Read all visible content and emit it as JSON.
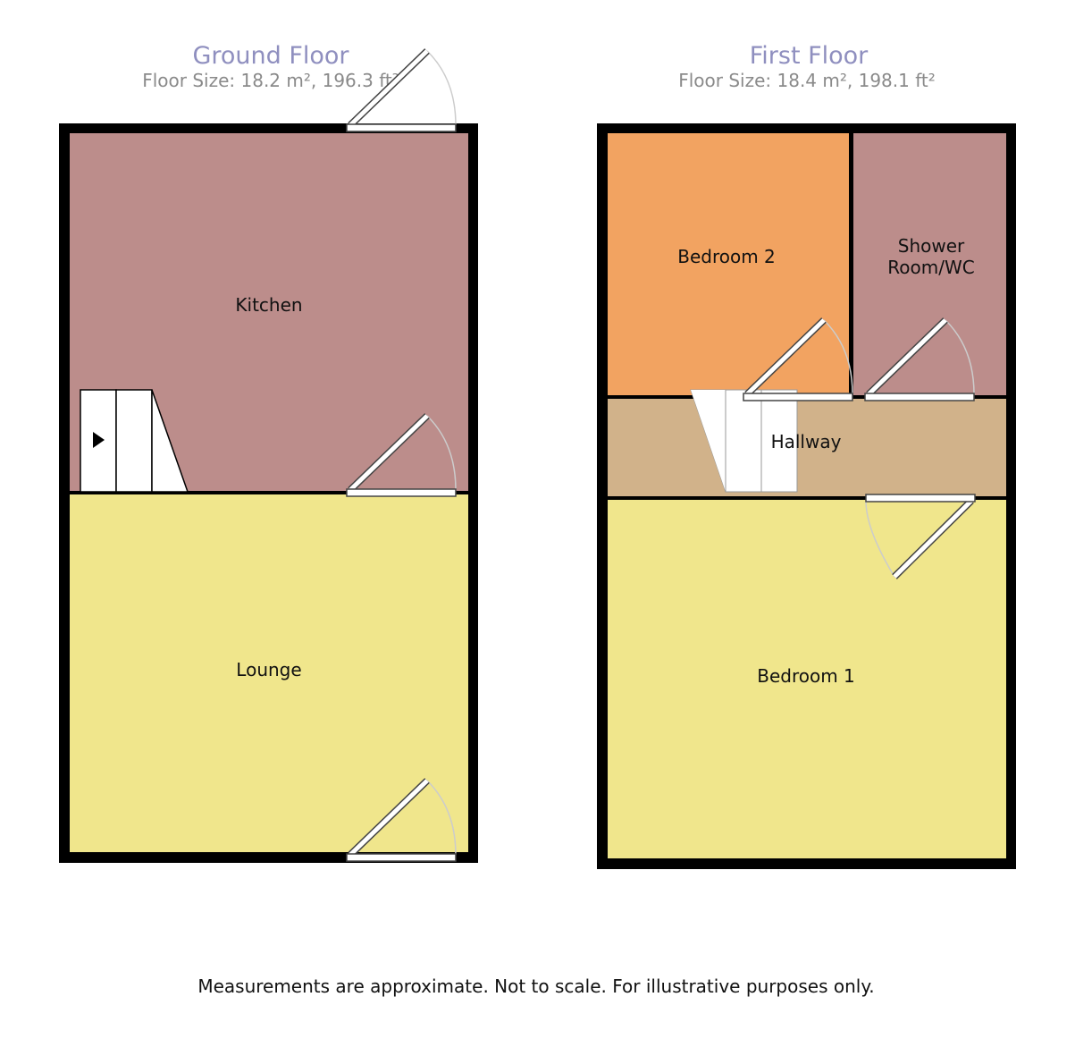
{
  "colors": {
    "kitchen": "#bc8d8b",
    "lounge": "#f0e68c",
    "bedroom2": "#f2a361",
    "shower": "#bc8d8b",
    "hallway": "#d1b28a",
    "bedroom1": "#f0e68c",
    "wall": "#000000"
  },
  "ground_floor": {
    "title": "Ground Floor",
    "size": "Floor Size: 18.2 m², 196.3 ft²",
    "rooms": {
      "kitchen": "Kitchen",
      "lounge": "Lounge"
    }
  },
  "first_floor": {
    "title": "First Floor",
    "size": "Floor Size: 18.4 m², 198.1 ft²",
    "rooms": {
      "bedroom2": "Bedroom 2",
      "shower_line1": "Shower",
      "shower_line2": "Room/WC",
      "hallway": "Hallway",
      "bedroom1": "Bedroom 1"
    }
  },
  "footer": "Measurements are approximate. Not to scale. For illustrative purposes only."
}
